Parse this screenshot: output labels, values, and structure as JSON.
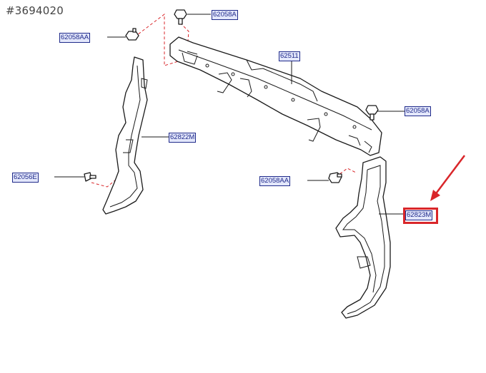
{
  "reference_id": "#3694020",
  "labels": {
    "bolt_top_center": "62058A",
    "bolt_top_left": "62058AA",
    "support_upper": "62511",
    "bolt_right": "62058A",
    "seal_left": "62822M",
    "bolt_far_left": "62056E",
    "bolt_lower_center": "62058AA",
    "seal_right": "62823M"
  },
  "highlight": {
    "target": "seal_right",
    "color": "#d9262a"
  },
  "colors": {
    "label_text": "#1f2a8a",
    "label_bg": "#e3e7fb",
    "accent": "#d9262a"
  }
}
